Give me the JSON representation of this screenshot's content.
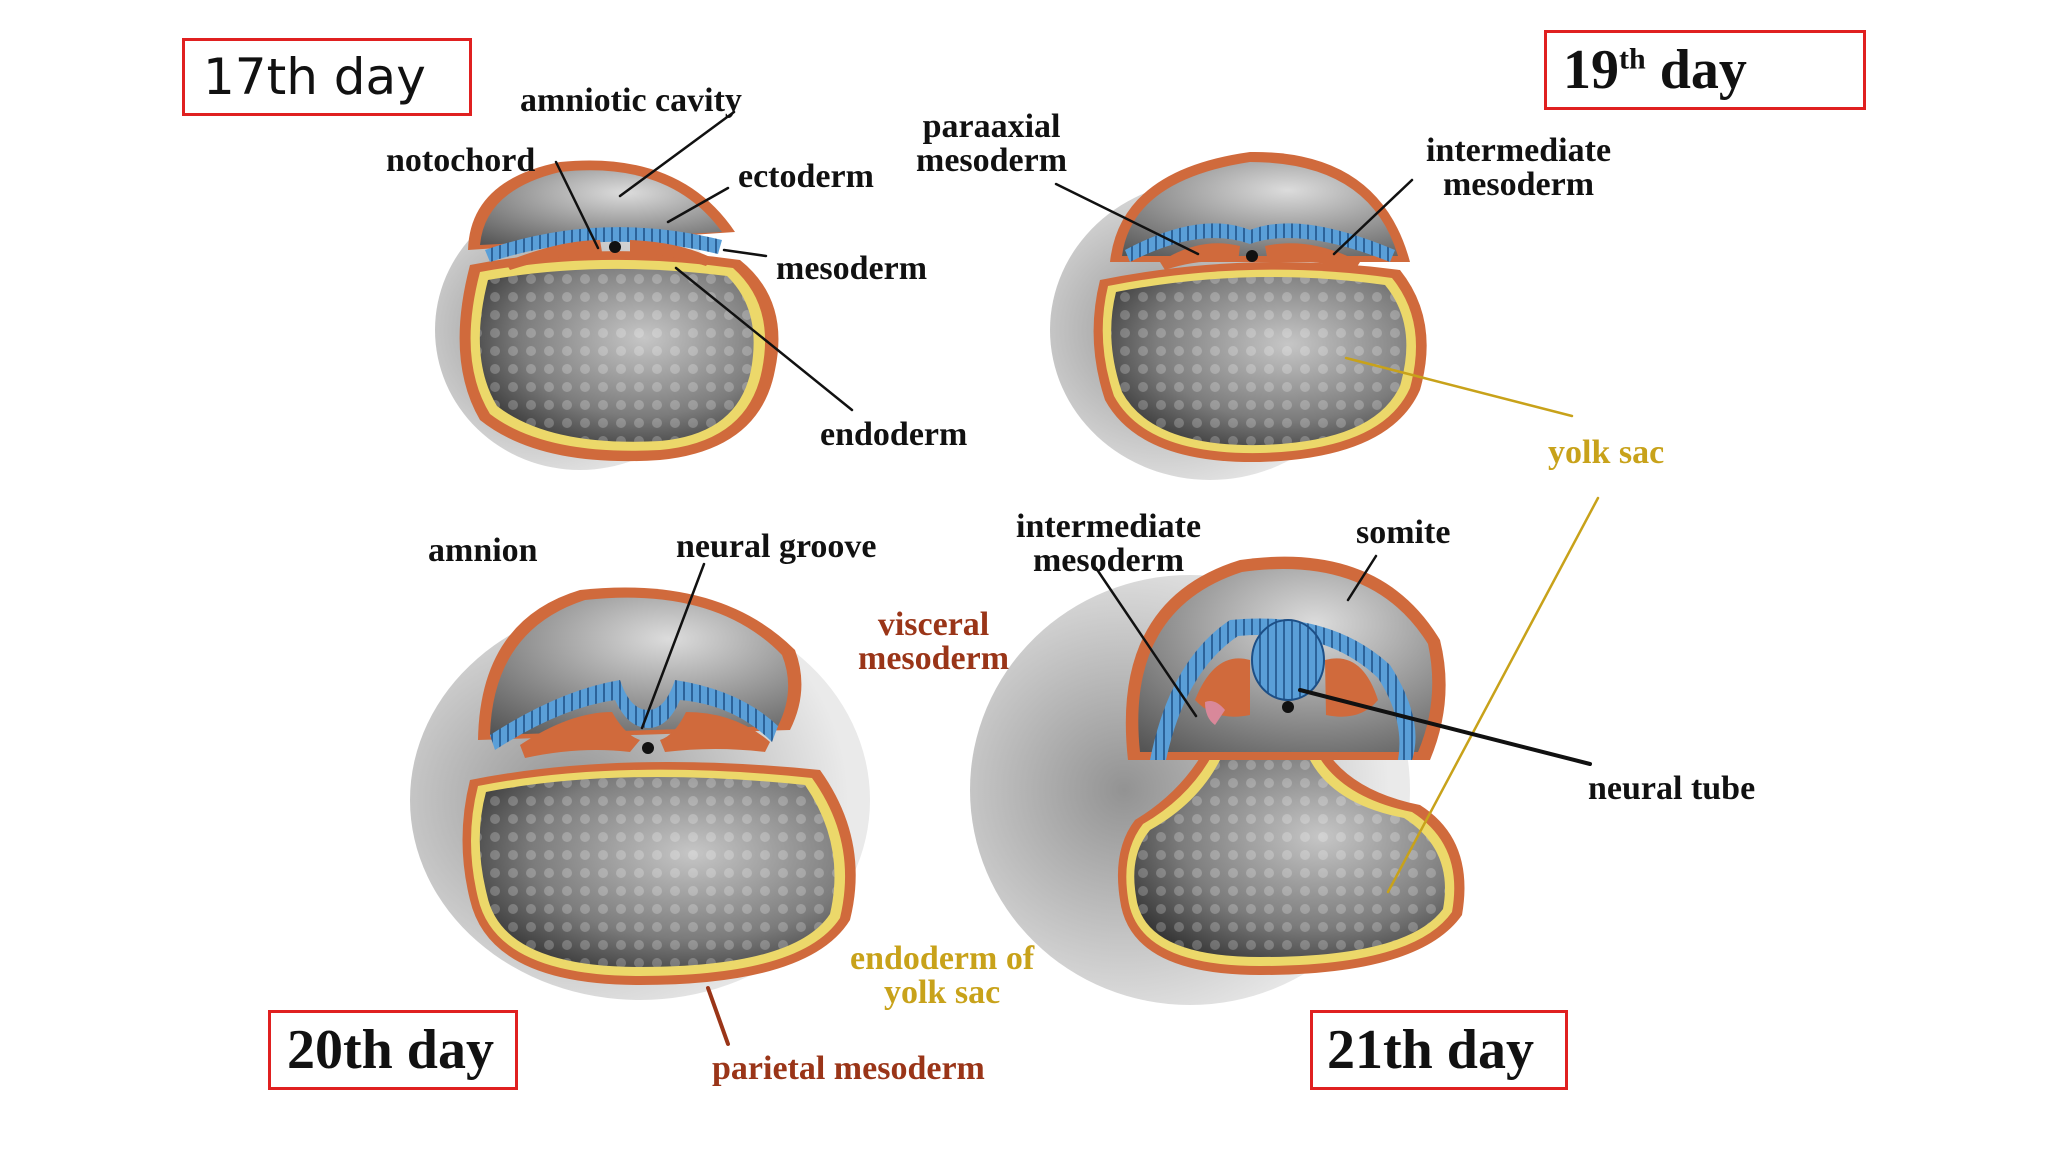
{
  "days": {
    "d17": "17th day",
    "d19_num": "19",
    "d19_sup": "th",
    "d19_word": "day",
    "d20": "20th day",
    "d21": "21th day"
  },
  "labels": {
    "amniotic_cavity": "amniotic cavity",
    "notochord": "notochord",
    "ectoderm": "ectoderm",
    "mesoderm": "mesoderm",
    "endoderm": "endoderm",
    "paraaxial_mesoderm": [
      "paraaxial",
      "mesoderm"
    ],
    "intermediate_mesoderm_19": [
      "intermediate",
      "mesoderm"
    ],
    "yolk_sac": "yolk sac",
    "amnion": "amnion",
    "neural_groove": "neural groove",
    "visceral_mesoderm": [
      "visceral",
      "mesoderm"
    ],
    "intermediate_mesoderm_21": [
      "intermediate",
      "mesoderm"
    ],
    "somite": "somite",
    "neural_tube": "neural tube",
    "endoderm_of_yolk_sac": [
      "endoderm of",
      "yolk sac"
    ],
    "parietal_mesoderm": "parietal mesoderm"
  },
  "colors": {
    "ectoderm_blue": "#5a9fd8",
    "mesoderm_orange": "#d06a3c",
    "endoderm_yellow": "#ecd86a",
    "label_yellow": "#c8a21a",
    "label_brown": "#9a3518",
    "box_red": "#e02020"
  }
}
